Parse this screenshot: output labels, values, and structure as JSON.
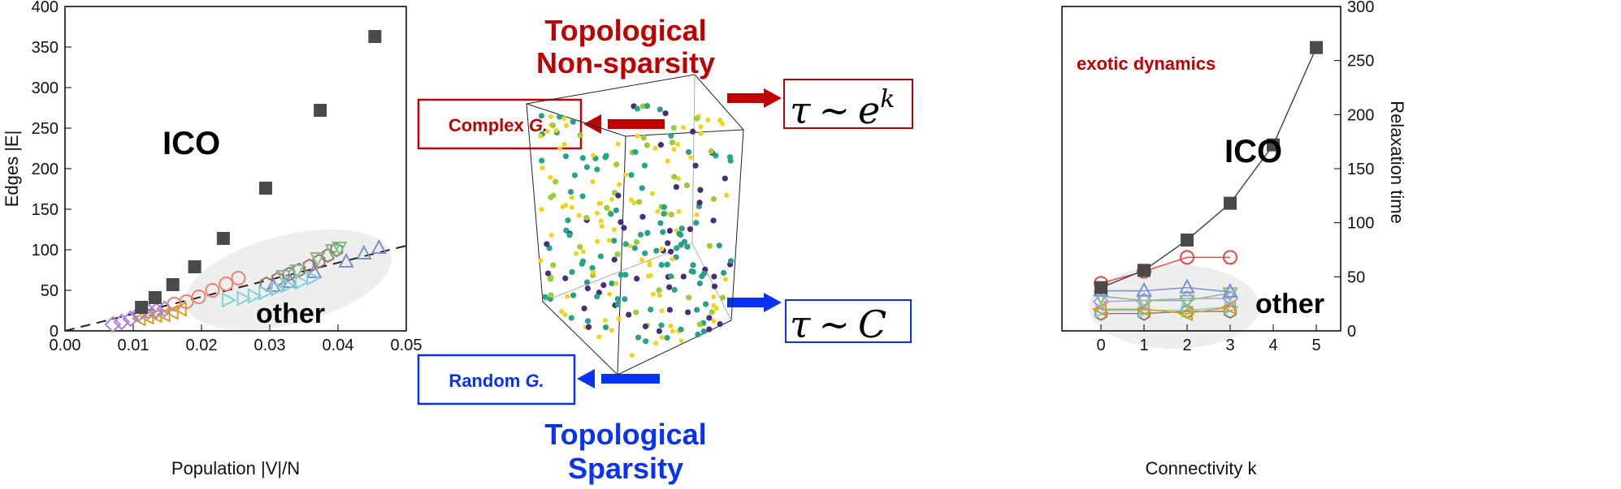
{
  "center": {
    "top_title_line1": "Topological",
    "top_title_line2": "Non-sparsity",
    "bottom_title_line1": "Topological",
    "bottom_title_line2": "Sparsity",
    "complex_box": {
      "text": "Complex ",
      "italic": "G."
    },
    "random_box": {
      "text": "Random ",
      "italic": "G."
    },
    "formula_top": {
      "tau": "τ",
      "sim": "∼",
      "base": "e",
      "exp": "k"
    },
    "formula_bottom": {
      "tau": "τ",
      "sim": "∼",
      "c": "C"
    },
    "exotic_label": "exotic dynamics",
    "colors": {
      "red": "#c00000",
      "blue": "#0a32f5"
    }
  },
  "chart_data": [
    {
      "type": "scatter",
      "xlabel": "Population |V|/N",
      "ylabel": "Edges |E|",
      "xlim": [
        0,
        0.05
      ],
      "ylim": [
        0,
        400
      ],
      "xticks": [
        "0.00",
        "0.01",
        "0.02",
        "0.03",
        "0.04",
        "0.05"
      ],
      "yticks": [
        "0",
        "50",
        "100",
        "150",
        "200",
        "250",
        "300",
        "350",
        "400"
      ],
      "annotations": [
        "ICO",
        "other"
      ],
      "fit_line": {
        "style": "dashed",
        "x": [
          0,
          0.05
        ],
        "y": [
          0,
          105
        ]
      },
      "series": [
        {
          "name": "ICO",
          "marker": "square",
          "color": "#4a4a4a",
          "x": [
            0.0112,
            0.0132,
            0.0158,
            0.019,
            0.0232,
            0.0294,
            0.0374,
            0.0454
          ],
          "y": [
            29,
            41,
            57,
            79,
            114,
            176,
            272,
            363
          ]
        },
        {
          "name": "circle",
          "marker": "circle",
          "color": "#f08070",
          "x": [
            0.016,
            0.0178,
            0.0196,
            0.0216,
            0.0236,
            0.0254
          ],
          "y": [
            33,
            36,
            42,
            50,
            58,
            65
          ]
        },
        {
          "name": "diamond",
          "marker": "diamond",
          "color": "#b07ee0",
          "x": [
            0.007,
            0.0083,
            0.0096,
            0.0108,
            0.0122,
            0.0134,
            0.0146
          ],
          "y": [
            8,
            11,
            15,
            21,
            24,
            25,
            27
          ]
        },
        {
          "name": "left-triangle",
          "marker": "tri-left",
          "color": "#d4a017",
          "x": [
            0.011,
            0.0122,
            0.0134,
            0.0146,
            0.0158,
            0.017
          ],
          "y": [
            15,
            17,
            19,
            20,
            23,
            27
          ]
        },
        {
          "name": "right-triangle",
          "marker": "tri-right",
          "color": "#7fd0d8",
          "x": [
            0.0238,
            0.026,
            0.0276,
            0.0292,
            0.031,
            0.0325,
            0.0345,
            0.0362
          ],
          "y": [
            38,
            40,
            43,
            47,
            52,
            56,
            60,
            65
          ]
        },
        {
          "name": "down-triangle",
          "marker": "tri-down",
          "color": "#7ec08a",
          "x": [
            0.032,
            0.034,
            0.037,
            0.0392,
            0.0402
          ],
          "y": [
            68,
            75,
            90,
            100,
            103
          ]
        },
        {
          "name": "hexagon",
          "marker": "hexagon",
          "color": "#a07070",
          "x": [
            0.0295,
            0.0312,
            0.0328,
            0.0343,
            0.0358,
            0.0372,
            0.0385,
            0.0398
          ],
          "y": [
            58,
            64,
            70,
            75,
            80,
            86,
            93,
            100
          ]
        },
        {
          "name": "up-triangle",
          "marker": "tri-up",
          "color": "#7a90d0",
          "x": [
            0.0305,
            0.033,
            0.0365,
            0.0412,
            0.0438,
            0.046
          ],
          "y": [
            55,
            60,
            72,
            85,
            95,
            102
          ]
        }
      ]
    },
    {
      "type": "line",
      "xlabel": "Connectivity k",
      "ylabel": "Relaxation time",
      "xlim": [
        -0.9,
        5.5
      ],
      "ylim": [
        0,
        300
      ],
      "xticks": [
        "0",
        "1",
        "2",
        "3",
        "4",
        "5"
      ],
      "yticks": [
        "0",
        "50",
        "100",
        "150",
        "200",
        "250",
        "300"
      ],
      "annotations": [
        "ICO",
        "other"
      ],
      "series": [
        {
          "name": "ICO",
          "marker": "square",
          "color": "#4a4a4a",
          "x": [
            0,
            1,
            2,
            3,
            4,
            5
          ],
          "y": [
            40,
            56,
            84,
            118,
            172,
            262
          ]
        },
        {
          "name": "circle",
          "marker": "circle",
          "color": "#ee4444",
          "x": [
            0,
            1,
            2,
            3
          ],
          "y": [
            44,
            55,
            68,
            68
          ]
        },
        {
          "name": "up-triangle",
          "marker": "tri-up",
          "color": "#7a90d0",
          "x": [
            0,
            1,
            2,
            3
          ],
          "y": [
            37,
            37,
            40,
            36
          ]
        },
        {
          "name": "down-triangle",
          "marker": "tri-down",
          "color": "#7ec08a",
          "x": [
            0,
            1,
            2,
            3
          ],
          "y": [
            32,
            28,
            28,
            35
          ]
        },
        {
          "name": "diamond",
          "marker": "diamond",
          "color": "#b99ae0",
          "x": [
            0,
            1,
            2,
            3
          ],
          "y": [
            27,
            28,
            30,
            30
          ]
        },
        {
          "name": "left-triangle",
          "marker": "tri-left",
          "color": "#d4a017",
          "x": [
            0,
            1,
            2,
            3
          ],
          "y": [
            20,
            20,
            16,
            22
          ]
        },
        {
          "name": "right-triangle",
          "marker": "tri-right",
          "color": "#7fd0d8",
          "x": [
            0,
            1,
            2,
            3
          ],
          "y": [
            19,
            19,
            19,
            22
          ]
        },
        {
          "name": "hexagon",
          "marker": "hexagon",
          "color": "#a07070",
          "x": [
            0,
            1,
            2,
            3
          ],
          "y": [
            16,
            16,
            18,
            18
          ]
        }
      ]
    }
  ]
}
